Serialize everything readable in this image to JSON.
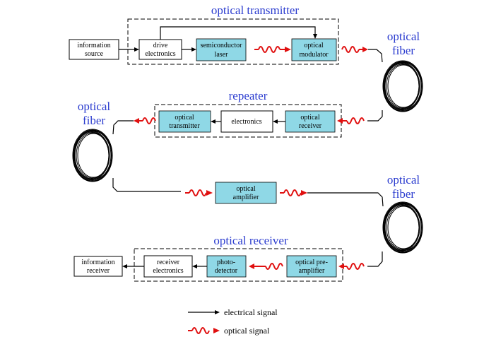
{
  "titles": {
    "transmitter": "optical transmitter",
    "repeater": "repeater",
    "receiver": "optical receiver"
  },
  "fibers": [
    {
      "line1": "optical",
      "line2": "fiber"
    },
    {
      "line1": "optical",
      "line2": "fiber"
    },
    {
      "line1": "optical",
      "line2": "fiber"
    }
  ],
  "blocks": {
    "information_source": [
      "information",
      "source"
    ],
    "drive_electronics": [
      "drive",
      "electronics"
    ],
    "semiconductor_laser": [
      "semiconductor",
      "laser"
    ],
    "optical_modulator": [
      "optical",
      "modulator"
    ],
    "repeater_receiver": [
      "optical",
      "receiver"
    ],
    "repeater_electronics": [
      "electronics"
    ],
    "repeater_transmitter": [
      "optical",
      "transmitter"
    ],
    "optical_amplifier": [
      "optical",
      "amplifier"
    ],
    "optical_preamplifier": [
      "optical pre-",
      "amplifier"
    ],
    "photodetector": [
      "photo-",
      "detector"
    ],
    "receiver_electronics": [
      "receiver",
      "electronics"
    ],
    "information_receiver": [
      "information",
      "receiver"
    ]
  },
  "legend": {
    "electrical": "electrical signal",
    "optical": "optical signal"
  },
  "colors": {
    "optical_block_fill": "#8fd8e6",
    "title_blue": "#2b3ccf",
    "optical_signal_red": "#e01010"
  }
}
